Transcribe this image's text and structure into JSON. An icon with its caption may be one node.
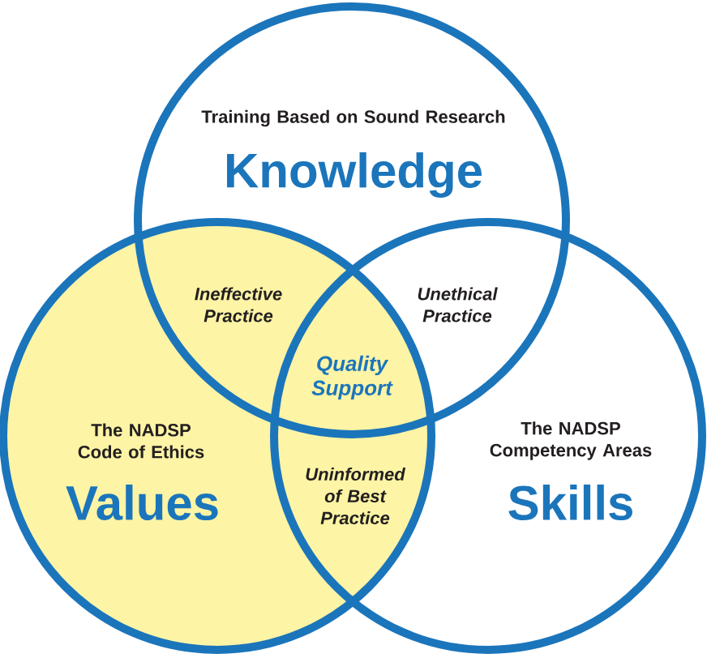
{
  "diagram": {
    "nodes": [
      {
        "text": [
          "Training Based on Sound Research",
          "Knowledge"
        ]
      },
      {
        "text": [
          "The NADSP Code of Ethics",
          "Values"
        ]
      },
      {
        "text": [
          "The NADSP Competency Areas",
          "Skills"
        ]
      }
    ],
    "labels": [
      "Ineffective Practice",
      "Unethical Practice",
      "Quality Support",
      "Uninformed of Best Practice"
    ]
  }
}
